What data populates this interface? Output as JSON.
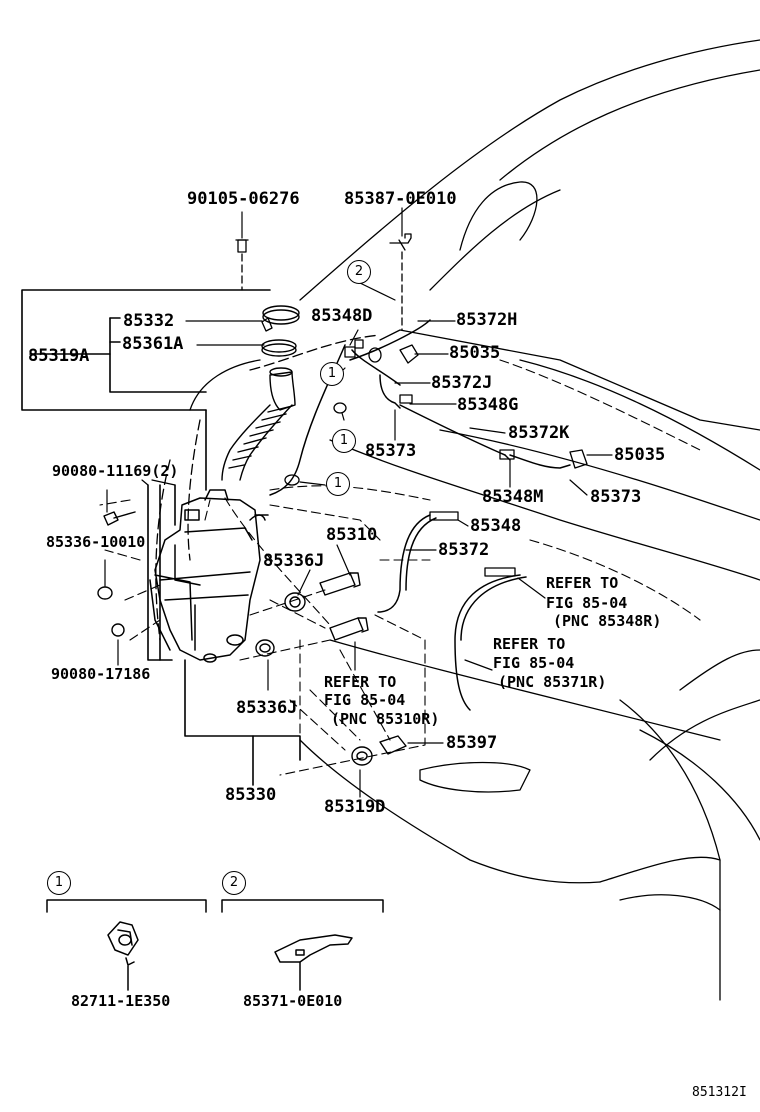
{
  "labels": {
    "p90105": "90105-06276",
    "p85387": "85387-0E010",
    "p85332": "85332",
    "p85348D": "85348D",
    "p85372H": "85372H",
    "p85361A": "85361A",
    "p85319A": "85319A",
    "p85035a": "85035",
    "p85372J": "85372J",
    "p85348G": "85348G",
    "p85373a": "85373",
    "p85372K": "85372K",
    "p85035b": "85035",
    "p90080_11169": "90080-11169(2)",
    "p85348M": "85348M",
    "p85373b": "85373",
    "p85310": "85310",
    "p85348": "85348",
    "p85336_10010": "85336-10010",
    "p85372": "85372",
    "p85336J_a": "85336J",
    "refer1_l1": "REFER TO",
    "refer1_l2": "FIG 85-04",
    "refer1_l3": "(PNC 85348R)",
    "refer2_l1": "REFER TO",
    "refer2_l2": "FIG 85-04",
    "refer2_l3": "(PNC 85371R)",
    "p90080_17186": "90080-17186",
    "refer3_l1": "REFER TO",
    "refer3_l2": "FIG 85-04",
    "refer3_l3": "(PNC 85310R)",
    "p85336J_b": "85336J",
    "p85397": "85397",
    "p85330": "85330",
    "p85319D": "85319D",
    "p82711": "82711-1E350",
    "p85371": "85371-0E010",
    "figure_code": "851312I"
  },
  "callouts": {
    "one": "1",
    "two": "2"
  }
}
